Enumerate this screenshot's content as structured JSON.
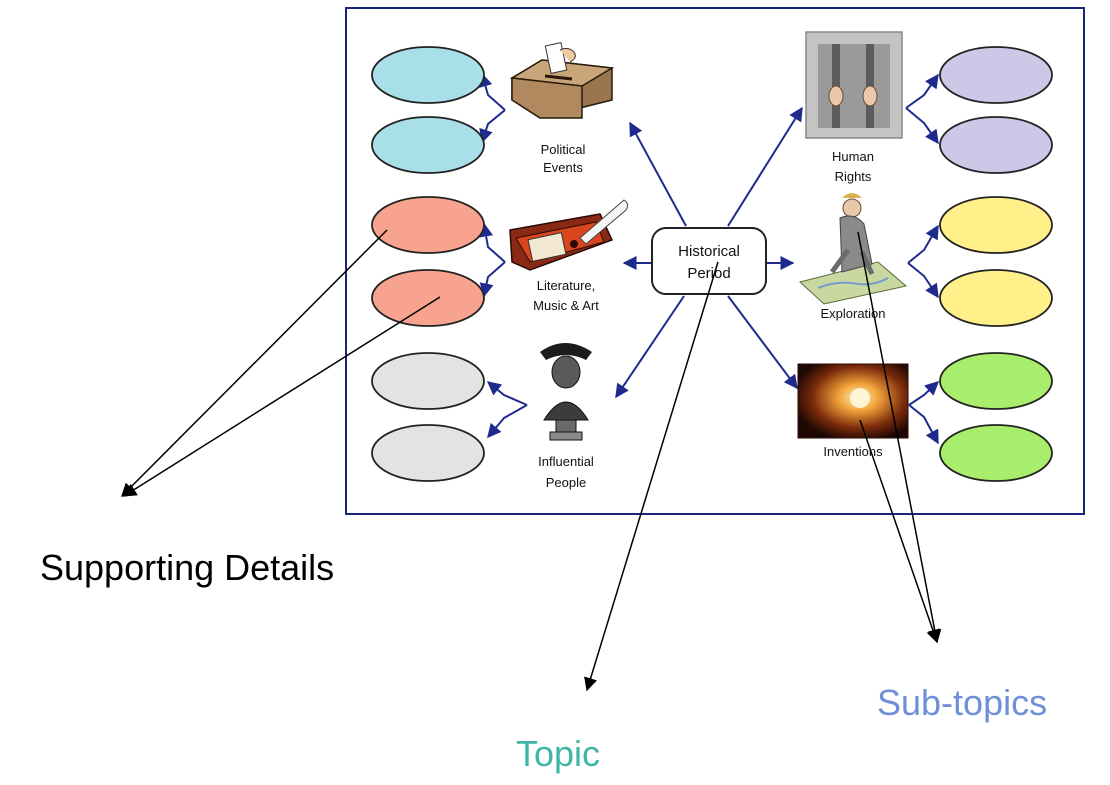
{
  "diagram": {
    "central_topic": {
      "line1": "Historical",
      "line2": "Period"
    },
    "subtopics": {
      "political_events": {
        "line1": "Political",
        "line2": "Events",
        "icon": "ballot-box-icon"
      },
      "literature": {
        "line1": "Literature,",
        "line2": "Music & Art",
        "icon": "quill-and-books-icon"
      },
      "influential_people": {
        "line1": "Influential",
        "line2": "People",
        "icon": "bust-statue-icon"
      },
      "human_rights": {
        "line1": "Human",
        "line2": "Rights",
        "icon": "prison-bars-icon"
      },
      "exploration": {
        "line1": "Exploration",
        "line2": "",
        "icon": "explorer-with-map-icon"
      },
      "inventions": {
        "line1": "Inventions",
        "line2": "",
        "icon": "glowing-light-icon"
      }
    },
    "detail_colors": {
      "cyan": "#a8dfe8",
      "salmon": "#f7a38f",
      "gray": "#e3e3e3",
      "lavender": "#cdc8e8",
      "yellow": "#fff08a",
      "green": "#a8ee6c"
    },
    "frame_color": "#1a237e",
    "connector_color": "#1e2a8c"
  },
  "annotations": {
    "supporting_details": {
      "text": "Supporting Details",
      "color": "#000000"
    },
    "topic": {
      "text": "Topic",
      "color": "#3fb5a8"
    },
    "subtopics": {
      "text": "Sub-topics",
      "color": "#6f8fd8"
    }
  }
}
